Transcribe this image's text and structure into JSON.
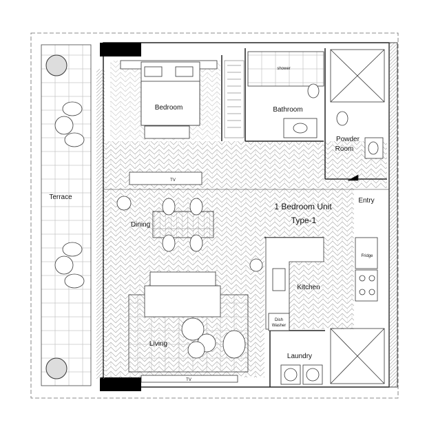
{
  "plan": {
    "title_line1": "1 Bedroom Unit",
    "title_line2": "Type-1",
    "rooms": {
      "bedroom": "Bedroom",
      "shower": "shower",
      "bathroom": "Bathroom",
      "powder_room_1": "Powder",
      "powder_room_2": "Room",
      "terrace": "Terrace",
      "tv_bedroom": "TV",
      "dining": "Dining",
      "entry": "Entry",
      "fridge": "Fridge",
      "kitchen": "Kitchen",
      "dish_washer_1": "Dish",
      "dish_washer_2": "Washer",
      "living": "Living",
      "laundry": "Laundry",
      "tv_living": "TV"
    },
    "colors": {
      "line": "#222222",
      "hatch": "#9a9a9a",
      "wall": "#000000"
    }
  }
}
